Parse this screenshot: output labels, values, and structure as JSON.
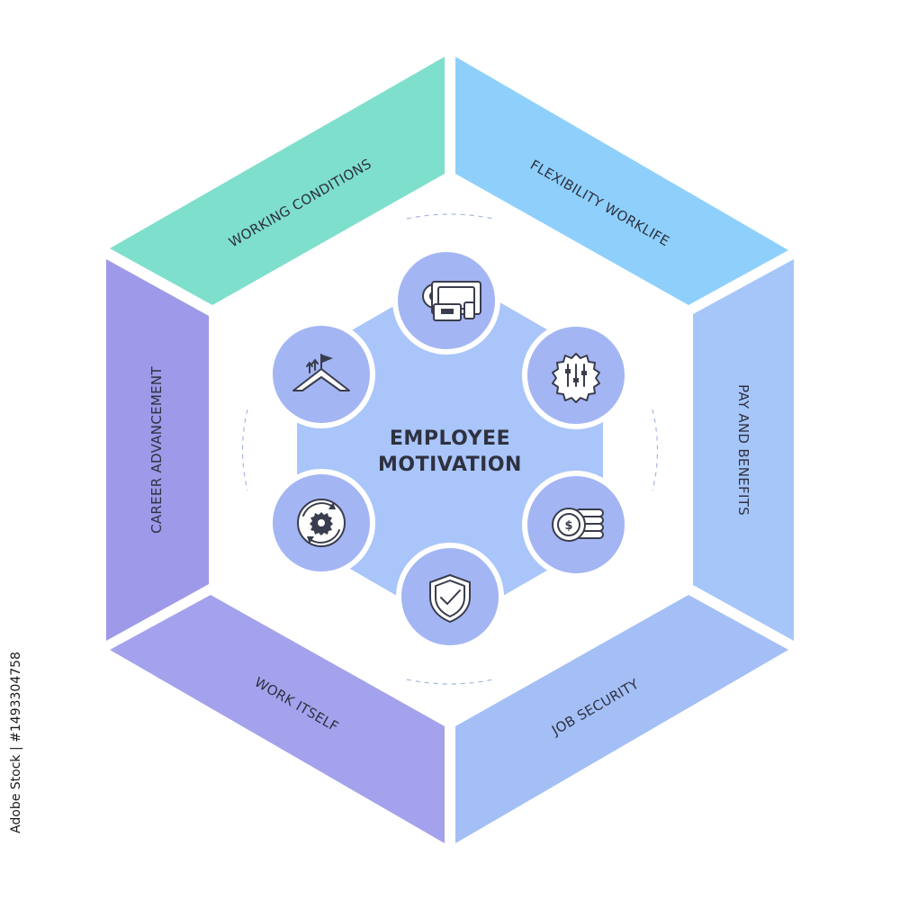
{
  "center": {
    "title_line1": "EMPLOYEE",
    "title_line2": "MOTIVATION"
  },
  "segments": [
    {
      "label": "WORKING CONDITIONS",
      "color": "#7EDFCC"
    },
    {
      "label": "FLEXIBILITY WORKLIFE",
      "color": "#8ED0FB"
    },
    {
      "label": "PAY AND BENEFITS",
      "color": "#A6C6FA"
    },
    {
      "label": "JOB SECURITY",
      "color": "#A3BFF6"
    },
    {
      "label": "WORK ITSELF",
      "color": "#A4A2EC"
    },
    {
      "label": "CAREER ADVANCEMENT",
      "color": "#9E99E8"
    }
  ],
  "icons": [
    {
      "name": "devices-gear-icon"
    },
    {
      "name": "settings-sliders-icon"
    },
    {
      "name": "money-coins-icon"
    },
    {
      "name": "shield-check-icon"
    },
    {
      "name": "gear-cycle-icon"
    },
    {
      "name": "career-mountain-flag-icon"
    }
  ],
  "colors": {
    "inner_hexagon": "#A9C5FA",
    "icon_circle": "#A3B5F3",
    "text": "#2F3140"
  },
  "watermark": "Adobe Stock | #1493304758"
}
